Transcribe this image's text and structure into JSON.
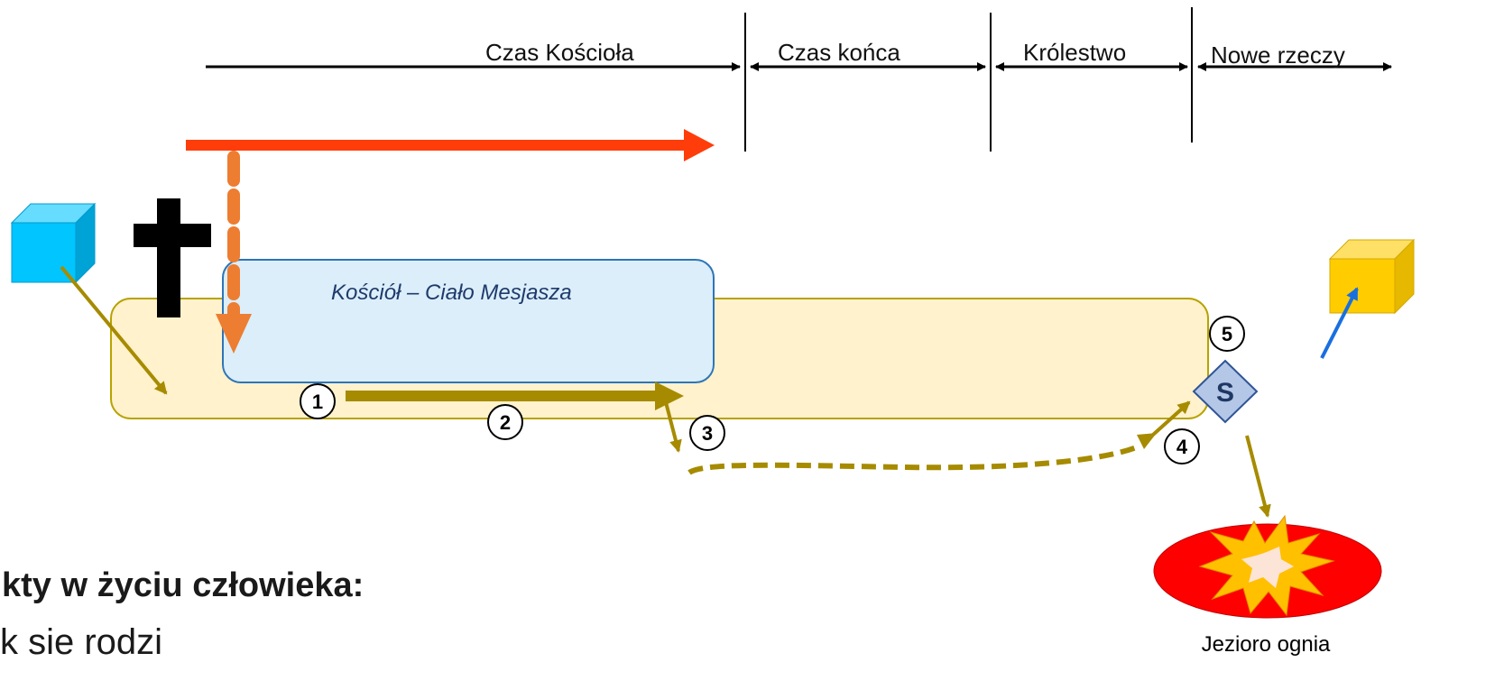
{
  "timeline": {
    "periods": [
      "Czas Kościoła",
      "Czas końca",
      "Królestwo",
      "Nowe rzeczy"
    ]
  },
  "church_box": {
    "label": "Kościół – Ciało Mesjasza"
  },
  "steps": [
    "1",
    "2",
    "3",
    "4",
    "5"
  ],
  "judgment_marker": {
    "label": "S"
  },
  "lake": {
    "label": "Jezioro ognia"
  },
  "bottom_text": {
    "heading": "kty w życiu człowieka:",
    "line1": "k sie rodzi"
  },
  "colors": {
    "timeline": "#000000",
    "red_arrow": "#ff3d0a",
    "orange_dashed": "#ed7d31",
    "life_band_fill": "#fff2cc",
    "life_band_stroke": "#b8a200",
    "church_fill": "#dbeefa",
    "church_stroke": "#2e75b6",
    "path_gold": "#a68b00",
    "cube_blue": "#00c5ff",
    "cube_yellow": "#ffcc00",
    "arrow_blue": "#1a6fdf",
    "judgment_fill": "#b4c7e7",
    "lake_red": "#ff0000",
    "burst_yellow": "#ffc000"
  },
  "icons": [
    "cross-icon",
    "blue-cube-icon",
    "gold-cube-icon",
    "explosion-icon"
  ]
}
